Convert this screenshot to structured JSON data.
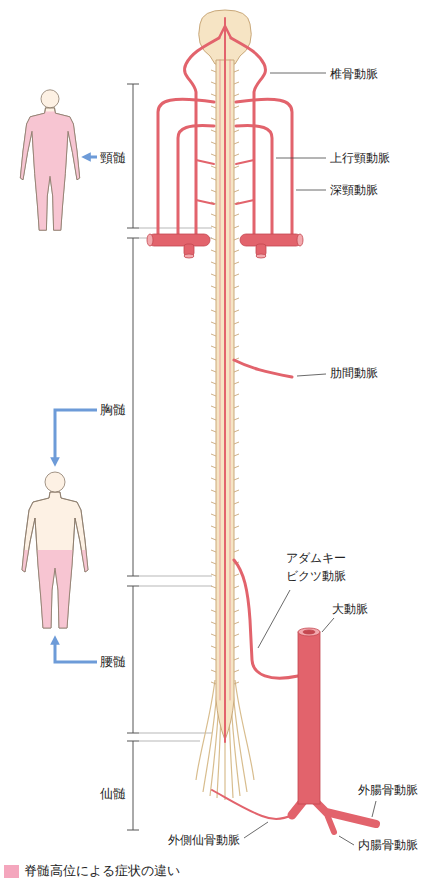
{
  "diagram": {
    "labels": [
      "椎骨動脈",
      "頸髄",
      "上行頸動脈",
      "深頸動脈",
      "肋間動脈",
      "胸髄",
      "アダムキー ビクツ動脈",
      "大動脈",
      "腰髄",
      "仙髄",
      "外腸骨動脈",
      "外側仙骨動脈",
      "内腸骨動脈"
    ],
    "legend": [
      {
        "text": "脊髄高位による症状の違い",
        "color": "#f4a6bd"
      }
    ]
  }
}
